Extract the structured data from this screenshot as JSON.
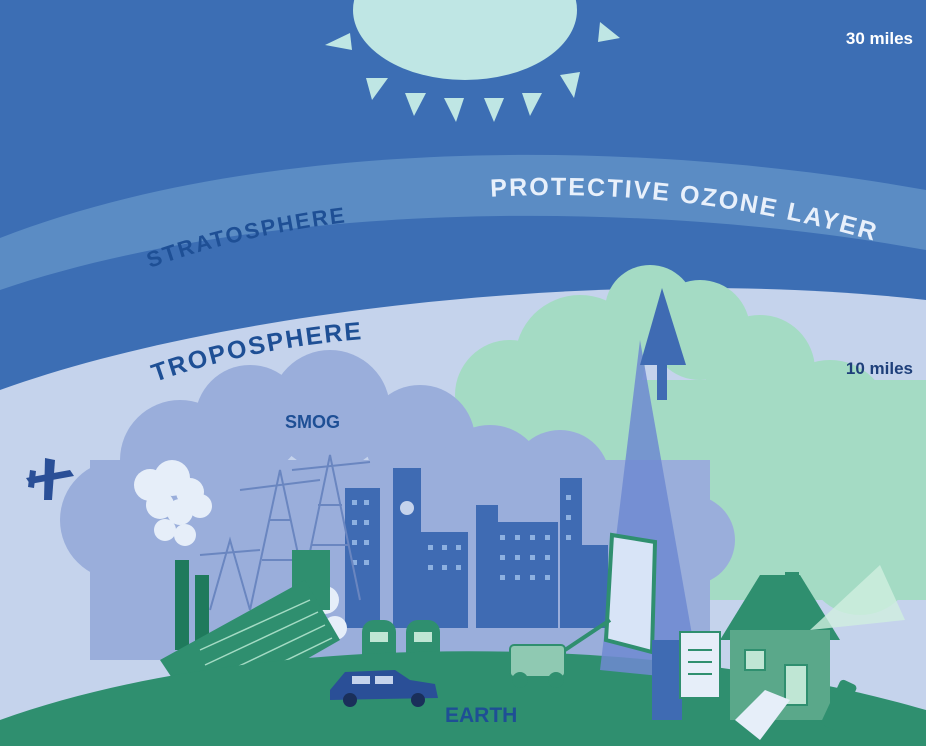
{
  "labels": {
    "altitude_top": "30 miles",
    "altitude_mid": "10 miles",
    "ozone_layer": "PROTECTIVE OZONE LAYER",
    "stratosphere": "STRATOSPHERE",
    "troposphere": "TROPOSPHERE",
    "smog": "SMOG",
    "earth": "EARTH"
  },
  "colors": {
    "stratosphere": "#3c6eb4",
    "ozone_band": "#5b8cc4",
    "troposphere": "#c5d3ec",
    "smog_cloud": "#9aaedb",
    "green_cloud": "#a4dbc4",
    "earth": "#2f8f6f",
    "sun": "#bfe6e4",
    "label_dark": "#1e4f95",
    "label_light": "#ffffff"
  }
}
